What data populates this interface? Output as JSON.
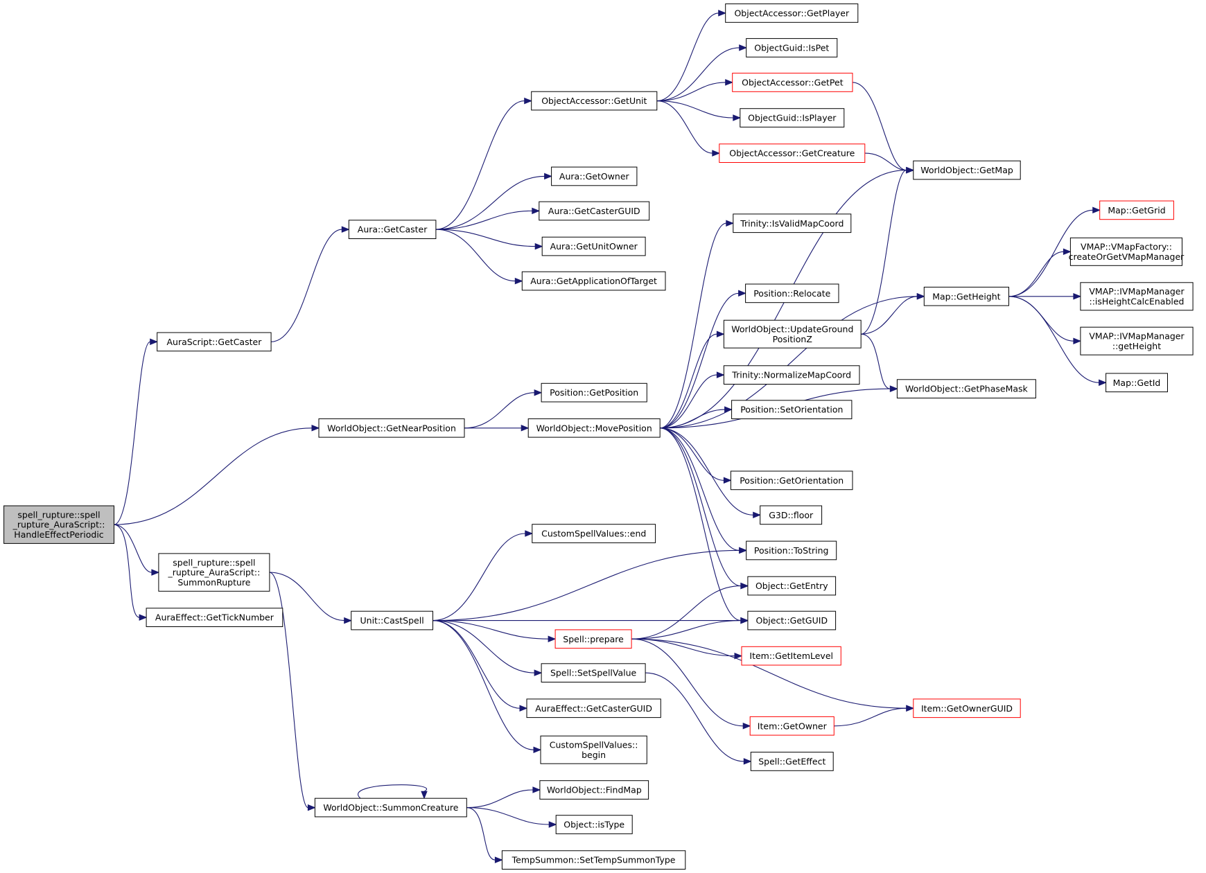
{
  "diagram": {
    "colors": {
      "edge": "#191970",
      "node_border": "#000000",
      "node_border_incomplete": "#ff0000",
      "root_fill": "#bfbfbf"
    },
    "nodes": [
      {
        "id": "root",
        "lines": [
          "spell_rupture::spell",
          "_rupture_AuraScript::",
          "HandleEffectPeriodic"
        ],
        "style": "root"
      },
      {
        "id": "as_getcaster",
        "lines": [
          "AuraScript::GetCaster"
        ]
      },
      {
        "id": "wo_getnearpos",
        "lines": [
          "WorldObject::GetNearPosition"
        ]
      },
      {
        "id": "summonrupture",
        "lines": [
          "spell_rupture::spell",
          "_rupture_AuraScript::",
          "SummonRupture"
        ]
      },
      {
        "id": "ae_getticknumber",
        "lines": [
          "AuraEffect::GetTickNumber"
        ]
      },
      {
        "id": "aura_getcaster",
        "lines": [
          "Aura::GetCaster"
        ]
      },
      {
        "id": "oa_getunit",
        "lines": [
          "ObjectAccessor::GetUnit"
        ]
      },
      {
        "id": "oa_getplayer",
        "lines": [
          "ObjectAccessor::GetPlayer"
        ]
      },
      {
        "id": "og_ispet",
        "lines": [
          "ObjectGuid::IsPet"
        ]
      },
      {
        "id": "oa_getpet",
        "lines": [
          "ObjectAccessor::GetPet"
        ],
        "style": "red"
      },
      {
        "id": "og_isplayer",
        "lines": [
          "ObjectGuid::IsPlayer"
        ]
      },
      {
        "id": "oa_getcreature",
        "lines": [
          "ObjectAccessor::GetCreature"
        ],
        "style": "red"
      },
      {
        "id": "wo_getmap",
        "lines": [
          "WorldObject::GetMap"
        ]
      },
      {
        "id": "aura_getowner",
        "lines": [
          "Aura::GetOwner"
        ]
      },
      {
        "id": "aura_getcasterguid",
        "lines": [
          "Aura::GetCasterGUID"
        ]
      },
      {
        "id": "aura_getunitowner",
        "lines": [
          "Aura::GetUnitOwner"
        ]
      },
      {
        "id": "aura_getappoftarget",
        "lines": [
          "Aura::GetApplicationOfTarget"
        ]
      },
      {
        "id": "tr_isvalidmapcoord",
        "lines": [
          "Trinity::IsValidMapCoord"
        ]
      },
      {
        "id": "pos_relocate",
        "lines": [
          "Position::Relocate"
        ]
      },
      {
        "id": "wo_updategroundposz",
        "lines": [
          "WorldObject::UpdateGround",
          "PositionZ"
        ]
      },
      {
        "id": "tr_normalizemapcoord",
        "lines": [
          "Trinity::NormalizeMapCoord"
        ]
      },
      {
        "id": "pos_setorientation",
        "lines": [
          "Position::SetOrientation"
        ]
      },
      {
        "id": "pos_getposition",
        "lines": [
          "Position::GetPosition"
        ]
      },
      {
        "id": "wo_moveposition",
        "lines": [
          "WorldObject::MovePosition"
        ]
      },
      {
        "id": "map_getheight",
        "lines": [
          "Map::GetHeight"
        ]
      },
      {
        "id": "map_getgrid",
        "lines": [
          "Map::GetGrid"
        ],
        "style": "red"
      },
      {
        "id": "vmap_factory",
        "lines": [
          "VMAP::VMapFactory::",
          "createOrGetVMapManager"
        ]
      },
      {
        "id": "vmap_isheightcalc",
        "lines": [
          "VMAP::IVMapManager",
          "::isHeightCalcEnabled"
        ]
      },
      {
        "id": "vmap_getheight",
        "lines": [
          "VMAP::IVMapManager",
          "::getHeight"
        ]
      },
      {
        "id": "map_getid",
        "lines": [
          "Map::GetId"
        ]
      },
      {
        "id": "wo_getphasemask",
        "lines": [
          "WorldObject::GetPhaseMask"
        ]
      },
      {
        "id": "pos_getorientation",
        "lines": [
          "Position::GetOrientation"
        ]
      },
      {
        "id": "g3d_floor",
        "lines": [
          "G3D::floor"
        ]
      },
      {
        "id": "csv_end",
        "lines": [
          "CustomSpellValues::end"
        ]
      },
      {
        "id": "pos_tostring",
        "lines": [
          "Position::ToString"
        ]
      },
      {
        "id": "obj_getentry",
        "lines": [
          "Object::GetEntry"
        ]
      },
      {
        "id": "obj_getguid",
        "lines": [
          "Object::GetGUID"
        ]
      },
      {
        "id": "unit_castspell",
        "lines": [
          "Unit::CastSpell"
        ]
      },
      {
        "id": "spell_prepare",
        "lines": [
          "Spell::prepare"
        ],
        "style": "red"
      },
      {
        "id": "item_getitemlevel",
        "lines": [
          "Item::GetItemLevel"
        ],
        "style": "red"
      },
      {
        "id": "spell_setspellvalue",
        "lines": [
          "Spell::SetSpellValue"
        ]
      },
      {
        "id": "item_getownerguid",
        "lines": [
          "Item::GetOwnerGUID"
        ],
        "style": "red"
      },
      {
        "id": "ae_getcasterguid",
        "lines": [
          "AuraEffect::GetCasterGUID"
        ]
      },
      {
        "id": "item_getowner",
        "lines": [
          "Item::GetOwner"
        ],
        "style": "red"
      },
      {
        "id": "csv_begin",
        "lines": [
          "CustomSpellValues::",
          "begin"
        ]
      },
      {
        "id": "spell_geteffect",
        "lines": [
          "Spell::GetEffect"
        ]
      },
      {
        "id": "wo_summoncreature",
        "lines": [
          "WorldObject::SummonCreature"
        ]
      },
      {
        "id": "wo_findmap",
        "lines": [
          "WorldObject::FindMap"
        ]
      },
      {
        "id": "obj_istype",
        "lines": [
          "Object::isType"
        ]
      },
      {
        "id": "ts_settempsummontype",
        "lines": [
          "TempSummon::SetTempSummonType"
        ]
      }
    ],
    "edges": [
      [
        "root",
        "as_getcaster"
      ],
      [
        "root",
        "wo_getnearpos"
      ],
      [
        "root",
        "summonrupture"
      ],
      [
        "root",
        "ae_getticknumber"
      ],
      [
        "as_getcaster",
        "aura_getcaster"
      ],
      [
        "aura_getcaster",
        "oa_getunit"
      ],
      [
        "aura_getcaster",
        "aura_getowner"
      ],
      [
        "aura_getcaster",
        "aura_getcasterguid"
      ],
      [
        "aura_getcaster",
        "aura_getunitowner"
      ],
      [
        "aura_getcaster",
        "aura_getappoftarget"
      ],
      [
        "oa_getunit",
        "oa_getplayer"
      ],
      [
        "oa_getunit",
        "og_ispet"
      ],
      [
        "oa_getunit",
        "oa_getpet"
      ],
      [
        "oa_getunit",
        "og_isplayer"
      ],
      [
        "oa_getunit",
        "oa_getcreature"
      ],
      [
        "oa_getpet",
        "wo_getmap"
      ],
      [
        "oa_getcreature",
        "wo_getmap"
      ],
      [
        "wo_getnearpos",
        "pos_getposition"
      ],
      [
        "wo_getnearpos",
        "wo_moveposition"
      ],
      [
        "wo_moveposition",
        "wo_getmap"
      ],
      [
        "wo_moveposition",
        "tr_isvalidmapcoord"
      ],
      [
        "wo_moveposition",
        "map_getheight"
      ],
      [
        "wo_moveposition",
        "pos_relocate"
      ],
      [
        "wo_moveposition",
        "wo_updategroundposz"
      ],
      [
        "wo_moveposition",
        "tr_normalizemapcoord"
      ],
      [
        "wo_moveposition",
        "pos_setorientation"
      ],
      [
        "wo_moveposition",
        "wo_getphasemask"
      ],
      [
        "wo_moveposition",
        "pos_getorientation"
      ],
      [
        "wo_moveposition",
        "g3d_floor"
      ],
      [
        "wo_moveposition",
        "pos_tostring"
      ],
      [
        "wo_moveposition",
        "obj_getentry"
      ],
      [
        "wo_moveposition",
        "obj_getguid"
      ],
      [
        "wo_updategroundposz",
        "wo_getmap"
      ],
      [
        "wo_updategroundposz",
        "map_getheight"
      ],
      [
        "wo_updategroundposz",
        "wo_getphasemask"
      ],
      [
        "map_getheight",
        "map_getgrid"
      ],
      [
        "map_getheight",
        "vmap_factory"
      ],
      [
        "map_getheight",
        "vmap_isheightcalc"
      ],
      [
        "map_getheight",
        "vmap_getheight"
      ],
      [
        "map_getheight",
        "map_getid"
      ],
      [
        "summonrupture",
        "unit_castspell"
      ],
      [
        "summonrupture",
        "wo_summoncreature"
      ],
      [
        "unit_castspell",
        "csv_end"
      ],
      [
        "unit_castspell",
        "pos_tostring"
      ],
      [
        "unit_castspell",
        "obj_getguid"
      ],
      [
        "unit_castspell",
        "spell_prepare"
      ],
      [
        "unit_castspell",
        "spell_setspellvalue"
      ],
      [
        "unit_castspell",
        "ae_getcasterguid"
      ],
      [
        "unit_castspell",
        "csv_begin"
      ],
      [
        "spell_prepare",
        "obj_getentry"
      ],
      [
        "spell_prepare",
        "obj_getguid"
      ],
      [
        "spell_prepare",
        "item_getitemlevel"
      ],
      [
        "spell_prepare",
        "item_getownerguid"
      ],
      [
        "spell_prepare",
        "item_getowner"
      ],
      [
        "item_getowner",
        "item_getownerguid"
      ],
      [
        "spell_setspellvalue",
        "spell_geteffect"
      ],
      [
        "wo_summoncreature",
        "wo_summoncreature"
      ],
      [
        "wo_summoncreature",
        "wo_findmap"
      ],
      [
        "wo_summoncreature",
        "obj_istype"
      ],
      [
        "wo_summoncreature",
        "ts_settempsummontype"
      ]
    ]
  }
}
